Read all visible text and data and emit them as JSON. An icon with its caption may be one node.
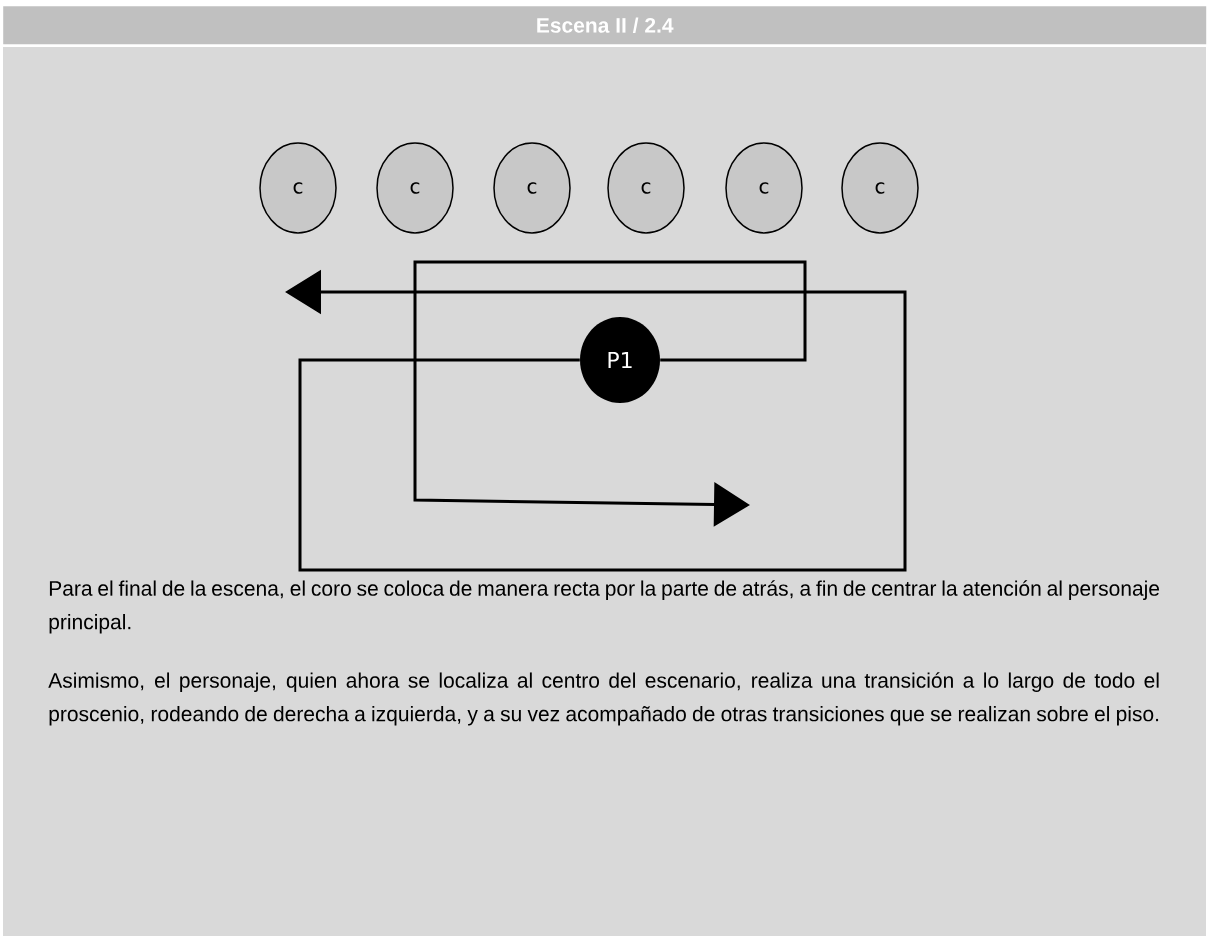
{
  "diagram": {
    "title": "Escena II / 2.4",
    "nodes": [
      {
        "text": [
          "c"
        ]
      },
      {
        "text": [
          "c"
        ]
      },
      {
        "text": [
          "c"
        ]
      },
      {
        "text": [
          "c"
        ]
      },
      {
        "text": [
          "c"
        ]
      },
      {
        "text": [
          "c"
        ]
      },
      {
        "text": [
          "P1"
        ]
      }
    ],
    "edges": [
      {
        "from": 6,
        "to": null,
        "arrow": "to"
      },
      {
        "from": 6,
        "to": null,
        "arrow": "to"
      }
    ],
    "labels": [
      "Para el final de la escena, el coro se coloca de manera recta por la parte de atrás, a fin de centrar la atención al personaje principal.",
      "Asimismo, el personaje, quien ahora se localiza al centro del escenario, realiza una transición a lo largo de todo el proscenio, rodeando de derecha a izquierda, y  a su vez acompañado de otras transiciones que se realizan sobre el piso."
    ]
  }
}
